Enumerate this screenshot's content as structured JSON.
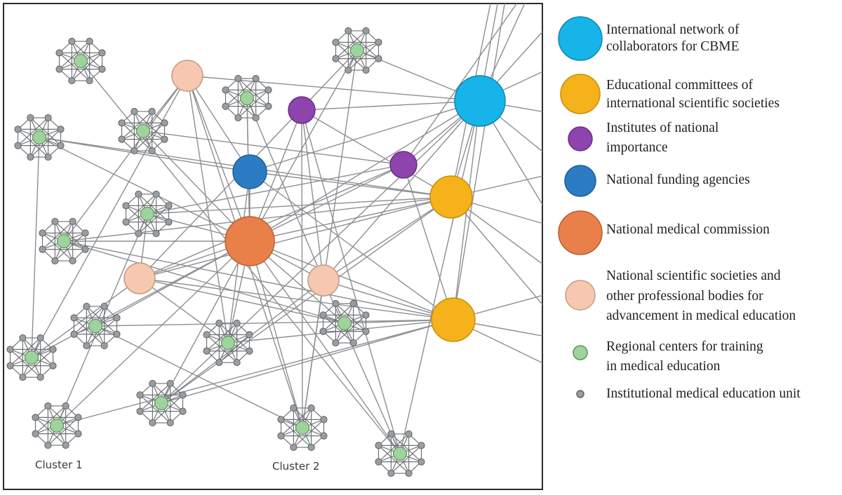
{
  "colors": {
    "international": "#16b4e8",
    "committees": "#f5b21a",
    "institutes": "#8e44ad",
    "funding": "#2c7cc4",
    "commission": "#e9804a",
    "societies": "#f6c8b0",
    "regional": "#9fd39e",
    "unit": "#9a9ea3",
    "edge": "#8c8f93",
    "frame": "#2b2b2b"
  },
  "legend": [
    {
      "kind": "international",
      "lines": [
        "International network of",
        "collaborators for CBME"
      ]
    },
    {
      "kind": "committees",
      "lines": [
        "Educational committees of",
        "international scientific societies"
      ]
    },
    {
      "kind": "institutes",
      "lines": [
        "Institutes of national",
        "importance"
      ]
    },
    {
      "kind": "funding",
      "lines": [
        "National funding agencies"
      ]
    },
    {
      "kind": "commission",
      "lines": [
        "National medical commission"
      ]
    },
    {
      "kind": "societies",
      "lines": [
        "National scientific societies and",
        "other professional bodies for",
        "advancement in medical education"
      ]
    },
    {
      "kind": "regional",
      "lines": [
        "Regional centers for training",
        "in medical education"
      ]
    },
    {
      "kind": "unit",
      "lines": [
        "Institutional medical education unit"
      ]
    }
  ],
  "cluster_labels": [
    "Cluster 1",
    "Cluster 2"
  ],
  "nodes": [
    {
      "id": "intl",
      "kind": "international"
    },
    {
      "id": "comm1",
      "kind": "committees"
    },
    {
      "id": "comm2",
      "kind": "committees"
    },
    {
      "id": "inst1",
      "kind": "institutes"
    },
    {
      "id": "inst2",
      "kind": "institutes"
    },
    {
      "id": "fund",
      "kind": "funding"
    },
    {
      "id": "nmc",
      "kind": "commission"
    },
    {
      "id": "soc1",
      "kind": "societies"
    },
    {
      "id": "soc2",
      "kind": "societies"
    },
    {
      "id": "soc3",
      "kind": "societies"
    },
    {
      "id": "r1",
      "kind": "regional"
    },
    {
      "id": "r2",
      "kind": "regional"
    },
    {
      "id": "r3",
      "kind": "regional"
    },
    {
      "id": "r4",
      "kind": "regional"
    },
    {
      "id": "r5",
      "kind": "regional"
    },
    {
      "id": "r6",
      "kind": "regional"
    },
    {
      "id": "r7",
      "kind": "regional"
    },
    {
      "id": "r8",
      "kind": "regional"
    },
    {
      "id": "r9",
      "kind": "regional"
    },
    {
      "id": "r10",
      "kind": "regional"
    },
    {
      "id": "r11",
      "kind": "regional"
    },
    {
      "id": "r12",
      "kind": "regional"
    },
    {
      "id": "r13",
      "kind": "regional"
    },
    {
      "id": "r14",
      "kind": "regional"
    },
    {
      "id": "r15",
      "kind": "regional"
    },
    {
      "id": "r16",
      "kind": "regional"
    }
  ],
  "edges": [
    [
      "nmc",
      "intl"
    ],
    [
      "nmc",
      "comm1"
    ],
    [
      "nmc",
      "comm2"
    ],
    [
      "nmc",
      "fund"
    ],
    [
      "nmc",
      "inst1"
    ],
    [
      "nmc",
      "inst2"
    ],
    [
      "nmc",
      "soc1"
    ],
    [
      "nmc",
      "soc2"
    ],
    [
      "nmc",
      "soc3"
    ],
    [
      "nmc",
      "r2"
    ],
    [
      "nmc",
      "r3"
    ],
    [
      "nmc",
      "r4"
    ],
    [
      "nmc",
      "r5"
    ],
    [
      "nmc",
      "r6"
    ],
    [
      "nmc",
      "r7"
    ],
    [
      "nmc",
      "r8"
    ],
    [
      "nmc",
      "r9"
    ],
    [
      "nmc",
      "r10"
    ],
    [
      "nmc",
      "r11"
    ],
    [
      "nmc",
      "r12"
    ],
    [
      "nmc",
      "r13"
    ],
    [
      "nmc",
      "r14"
    ],
    [
      "nmc",
      "r15"
    ],
    [
      "fund",
      "intl"
    ],
    [
      "fund",
      "comm1"
    ],
    [
      "fund",
      "comm2"
    ],
    [
      "fund",
      "soc1"
    ],
    [
      "fund",
      "r16"
    ],
    [
      "fund",
      "r5"
    ],
    [
      "fund",
      "r10"
    ],
    [
      "inst1",
      "intl"
    ],
    [
      "inst1",
      "r14"
    ],
    [
      "inst1",
      "soc3"
    ],
    [
      "inst1",
      "comm1"
    ],
    [
      "inst1",
      "r15"
    ],
    [
      "inst2",
      "intl"
    ],
    [
      "inst2",
      "soc2"
    ],
    [
      "inst2",
      "r4"
    ],
    [
      "inst2",
      "comm2"
    ],
    [
      "inst2",
      "r6"
    ],
    [
      "intl",
      "soc1"
    ],
    [
      "intl",
      "soc3"
    ],
    [
      "intl",
      "r3"
    ],
    [
      "intl",
      "r15"
    ],
    [
      "intl",
      "comm1"
    ],
    [
      "intl",
      "comm2"
    ],
    [
      "intl",
      "r12"
    ],
    [
      "comm1",
      "soc3"
    ],
    [
      "comm1",
      "soc2"
    ],
    [
      "comm1",
      "r5"
    ],
    [
      "comm1",
      "r6"
    ],
    [
      "comm1",
      "r7"
    ],
    [
      "comm1",
      "r12"
    ],
    [
      "comm1",
      "r16"
    ],
    [
      "comm2",
      "soc2"
    ],
    [
      "comm2",
      "r7"
    ],
    [
      "comm2",
      "r11"
    ],
    [
      "comm2",
      "r8"
    ],
    [
      "comm2",
      "r10"
    ],
    [
      "comm2",
      "r12"
    ],
    [
      "comm2",
      "r13"
    ],
    [
      "comm2",
      "soc3"
    ],
    [
      "soc1",
      "r4"
    ],
    [
      "soc1",
      "r7"
    ],
    [
      "soc1",
      "r14"
    ],
    [
      "soc1",
      "r16"
    ],
    [
      "soc1",
      "r9"
    ],
    [
      "soc1",
      "r10"
    ],
    [
      "soc2",
      "r11"
    ],
    [
      "soc2",
      "r3"
    ],
    [
      "soc2",
      "r10"
    ],
    [
      "soc2",
      "r9"
    ],
    [
      "soc2",
      "r6"
    ],
    [
      "soc3",
      "r15"
    ],
    [
      "soc3",
      "r16"
    ],
    [
      "soc3",
      "r12"
    ],
    [
      "soc3",
      "r2"
    ],
    [
      "soc3",
      "r14"
    ],
    [
      "r1",
      "r15"
    ],
    [
      "r2",
      "nmc"
    ],
    [
      "r3",
      "r14"
    ],
    [
      "r5",
      "r9"
    ],
    [
      "r6",
      "r13"
    ],
    [
      "r7",
      "r11"
    ],
    [
      "r12",
      "r16"
    ],
    [
      "r14",
      "r8"
    ]
  ]
}
